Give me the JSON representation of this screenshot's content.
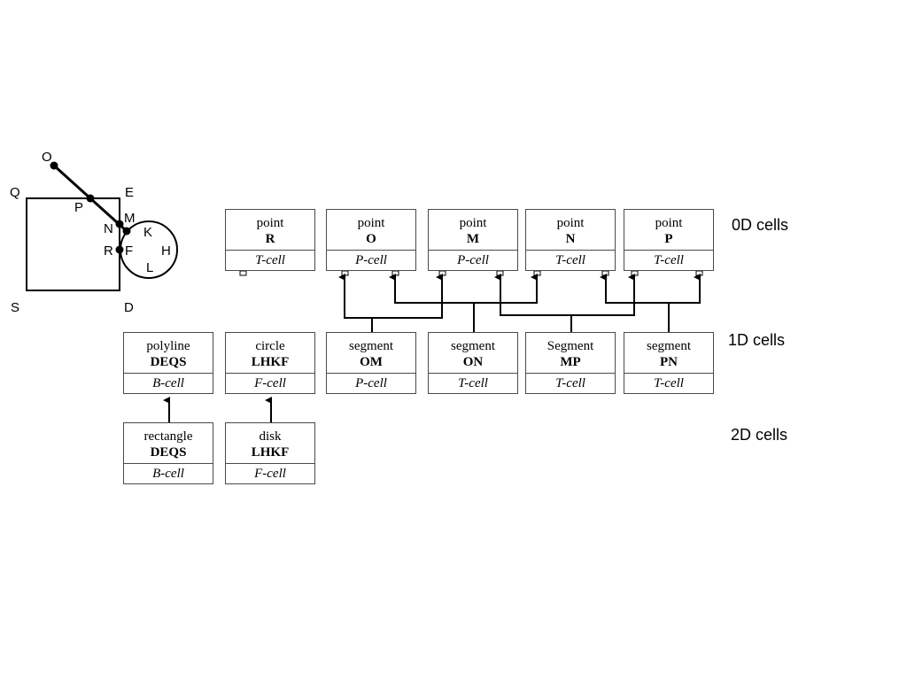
{
  "geometry": {
    "points": [
      "O",
      "P",
      "M",
      "N",
      "F",
      "R",
      "K",
      "H",
      "L",
      "Q",
      "E",
      "S",
      "D"
    ]
  },
  "levels": {
    "d0": "0D cells",
    "d1": "1D cells",
    "d2": "2D cells"
  },
  "cells": {
    "pt_R": {
      "kind": "point",
      "name": "R",
      "ctype": "T-cell"
    },
    "pt_O": {
      "kind": "point",
      "name": "O",
      "ctype": "P-cell"
    },
    "pt_M": {
      "kind": "point",
      "name": "M",
      "ctype": "P-cell"
    },
    "pt_N": {
      "kind": "point",
      "name": "N",
      "ctype": "T-cell"
    },
    "pt_P": {
      "kind": "point",
      "name": "P",
      "ctype": "T-cell"
    },
    "pl_DEQS": {
      "kind": "polyline",
      "name": "DEQS",
      "ctype": "B-cell"
    },
    "ci_LHKF": {
      "kind": "circle",
      "name": "LHKF",
      "ctype": "F-cell"
    },
    "sg_OM": {
      "kind": "segment",
      "name": "OM",
      "ctype": "P-cell"
    },
    "sg_ON": {
      "kind": "segment",
      "name": "ON",
      "ctype": "T-cell"
    },
    "sg_MP": {
      "kind": "Segment",
      "name": "MP",
      "ctype": "T-cell"
    },
    "sg_PN": {
      "kind": "segment",
      "name": "PN",
      "ctype": "T-cell"
    },
    "rc_DEQS": {
      "kind": "rectangle",
      "name": "DEQS",
      "ctype": "B-cell"
    },
    "dk_LHKF": {
      "kind": "disk",
      "name": "LHKF",
      "ctype": "F-cell"
    }
  }
}
